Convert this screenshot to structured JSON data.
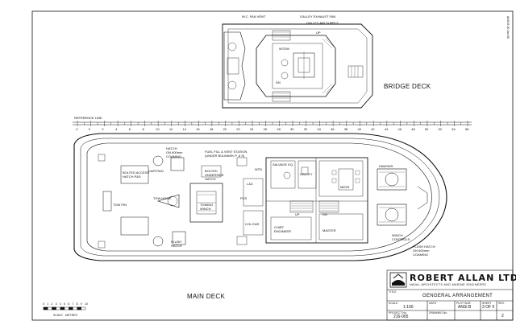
{
  "views": {
    "bridge_deck": "BRIDGE DECK",
    "main_deck": "MAIN DECK"
  },
  "reference_line": "REFERENCE LINE",
  "frame_numbers": [
    "-2",
    "0",
    "2",
    "4",
    "6",
    "8",
    "10",
    "12",
    "14",
    "16",
    "18",
    "20",
    "22",
    "24",
    "26",
    "28",
    "30",
    "32",
    "34",
    "36",
    "38",
    "40",
    "42",
    "44",
    "46",
    "48",
    "50",
    "52",
    "54",
    "56"
  ],
  "bridge_labels": {
    "wc_fan_vent": "W.C. FAN VENT",
    "galley_exhaust_fan": "GALLEY EXHAUST FAN",
    "galley_air_supply": "GALLEY AIR SUPPLY",
    "up": "UP",
    "wtdw": "WTDW",
    "dn": "DN"
  },
  "main_labels": {
    "hatch_600": "HATCH\nON 600mm\nCOAMING",
    "capstan": "CAPSTAN",
    "fuel_fill": "FUEL FILL & VENT STATION\n(UNDER BULWARK P. & S)",
    "bolted_access": "BOLTED ACCESS\nHATCH P&S",
    "bolted_hatch": "BOLTED\nUNDERSIDE\nHATCH",
    "tow_pin": "TOW PIN",
    "tow_hook": "TOW HOOK",
    "towing_winch": "TOWING\nWINCH",
    "salvage": "SALVAGE EQ.",
    "galley": "GALLEY",
    "mess": "MESS",
    "hawser": "HAWSER",
    "laz": "LAZ.",
    "chief_engineer": "CHIEF\nENGINEER",
    "master": "MASTER",
    "flush_hatch": "FLUSH\nHATCH",
    "winch_controls": "WINCH\nCONTROLS",
    "flush_hatch_600": "FLUSH HATCH\nON 600mm\nCOAMING",
    "col_ear": "COL EAR",
    "wtd": "WTD",
    "pcs": "PCS",
    "up": "UP",
    "dn": "DN"
  },
  "scale_bar": {
    "ticks": [
      "0",
      "1",
      "2",
      "3",
      "4",
      "5",
      "6",
      "7",
      "8",
      "9",
      "10"
    ],
    "caption": "SCALE - METRES"
  },
  "title_block": {
    "company": "ROBERT ALLAN LTD.",
    "tagline": "NAVAL ARCHITECTS AND MARINE ENGINEERS",
    "title_caption": "TITLE",
    "drawing_title": "GENGERAL ARRANGEMENT",
    "scale_caption": "SCALE",
    "scale_value": "1:100",
    "date_caption": "DATE",
    "plot_caption": "PLOT SIZE",
    "plot_value": "ANSI B",
    "sheet_caption": "SHEET",
    "sheet_value": "3 OF 5",
    "project_caption": "PROJECT No.",
    "project_value": "216-005",
    "drawing_caption": "DRAWING No.",
    "rev_caption": "REV.",
    "rev_value": "2"
  },
  "side_note": "ANSI B 20 Jan 08"
}
